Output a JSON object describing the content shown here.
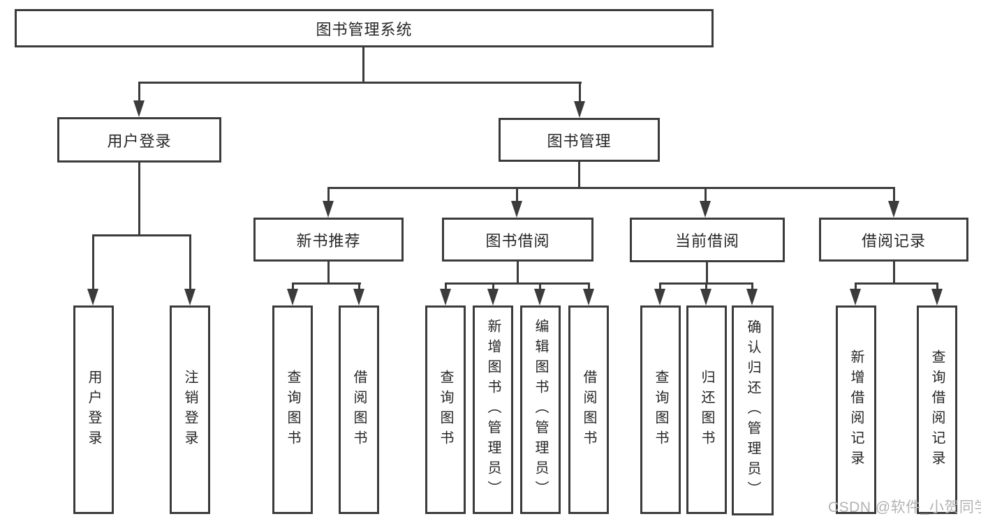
{
  "tree": {
    "root": {
      "label": "图书管理系统"
    },
    "user_login": {
      "label": "用户登录",
      "children": {
        "login": {
          "label": "用户登录"
        },
        "logout": {
          "label": "注销登录"
        }
      }
    },
    "book_mgmt": {
      "label": "图书管理",
      "children": {
        "new_book": {
          "label": "新书推荐",
          "children": {
            "query": {
              "label": "查询图书"
            },
            "borrow": {
              "label": "借阅图书"
            }
          }
        },
        "book_borrow": {
          "label": "图书借阅",
          "children": {
            "query": {
              "label": "查询图书"
            },
            "add": {
              "label": "新增图书（管理员）"
            },
            "edit": {
              "label": "编辑图书（管理员）"
            },
            "borrow": {
              "label": "借阅图书"
            }
          }
        },
        "current_borrow": {
          "label": "当前借阅",
          "children": {
            "query": {
              "label": "查询图书"
            },
            "return": {
              "label": "归还图书"
            },
            "confirm": {
              "label": "确认归还（管理员）"
            }
          }
        },
        "borrow_record": {
          "label": "借阅记录",
          "children": {
            "add": {
              "label": "新增借阅记录"
            },
            "query": {
              "label": "查询借阅记录"
            }
          }
        }
      }
    }
  },
  "watermark": {
    "text": "CSDN @软件_小贺同学"
  },
  "colors": {
    "line": "#3b3b3b",
    "text": "#262626",
    "watermark": "#b3b3b3",
    "background": "#ffffff"
  }
}
